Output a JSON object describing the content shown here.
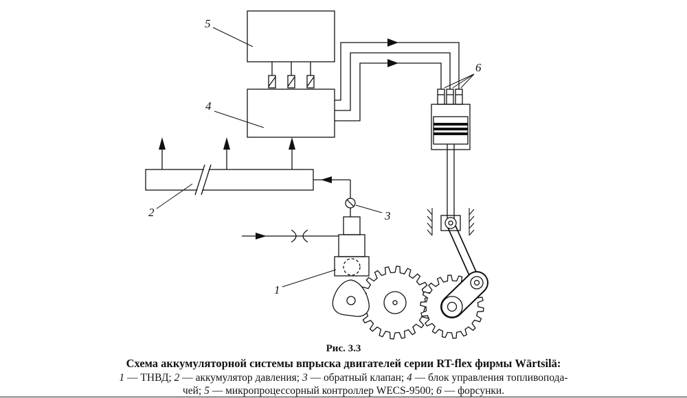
{
  "caption": {
    "figure_label": "Рис. 3.3",
    "title": "Схема аккумуляторной системы впрыска двигателей серии RT-flex фирмы Wärtsilä:",
    "legend_lines": [
      [
        {
          "t": "1",
          "i": true
        },
        {
          "t": " — ТНВД; ",
          "i": false
        },
        {
          "t": "2",
          "i": true
        },
        {
          "t": " — аккумулятор давления; ",
          "i": false
        },
        {
          "t": "3",
          "i": true
        },
        {
          "t": " — обратный клапан; ",
          "i": false
        },
        {
          "t": "4",
          "i": true
        },
        {
          "t": " — блок управления топливопода-",
          "i": false
        }
      ],
      [
        {
          "t": "чей; ",
          "i": false
        },
        {
          "t": "5",
          "i": true
        },
        {
          "t": " — микропроцессорный контроллер WECS-9500; ",
          "i": false
        },
        {
          "t": "6",
          "i": true
        },
        {
          "t": " — форсунки.",
          "i": false
        }
      ]
    ]
  },
  "diagram": {
    "part_labels": {
      "pump": "1",
      "accumulator": "2",
      "check_valve": "3",
      "control_unit": "4",
      "controller": "5",
      "injectors": "6"
    }
  },
  "colors": {
    "ink": "#111111",
    "background": "#ffffff"
  }
}
